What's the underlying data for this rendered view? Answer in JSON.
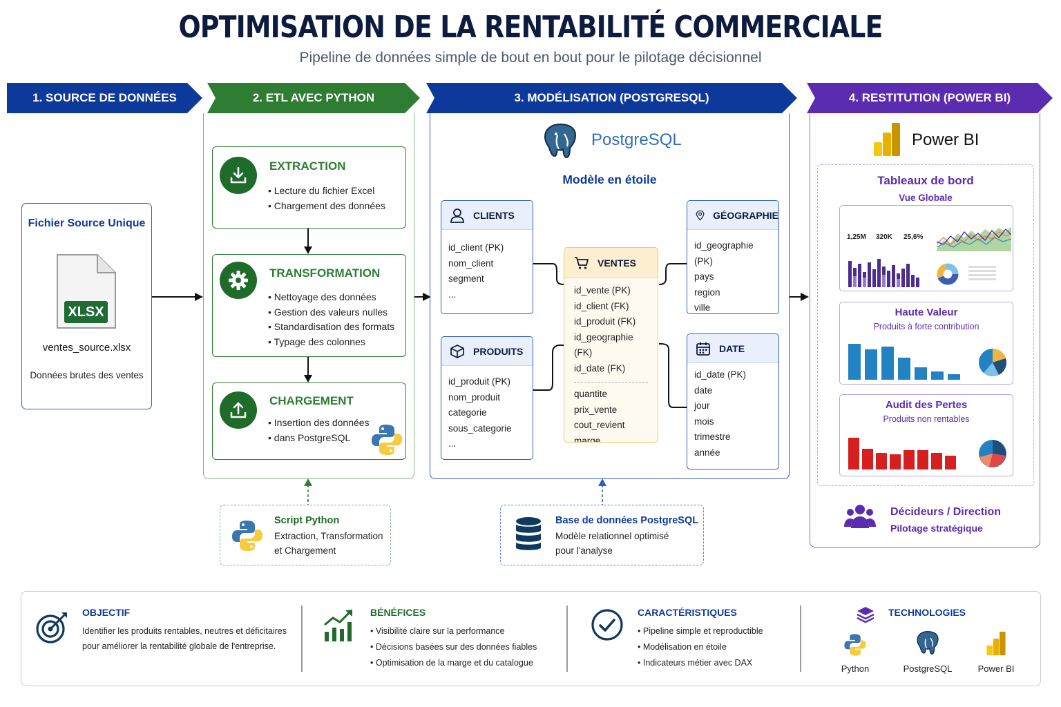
{
  "header": {
    "title": "OPTIMISATION DE LA RENTABILITÉ COMMERCIALE",
    "subtitle": "Pipeline de données simple de bout en bout pour le pilotage décisionnel"
  },
  "stages": [
    {
      "label": "1. SOURCE DE DONNÉES"
    },
    {
      "label": "2. ETL AVEC PYTHON"
    },
    {
      "label": "3. MODÉLISATION (POSTGRESQL)"
    },
    {
      "label": "4. RESTITUTION (POWER BI)"
    }
  ],
  "source": {
    "title": "Fichier Source Unique",
    "badge": "XLSX",
    "filename": "ventes_source.xlsx",
    "description": "Données brutes des ventes"
  },
  "etl": {
    "steps": [
      {
        "title": "EXTRACTION",
        "bullets": [
          "Lecture du fichier Excel",
          "Chargement des données"
        ]
      },
      {
        "title": "TRANSFORMATION",
        "bullets": [
          "Nettoyage des données",
          "Gestion des valeurs nulles",
          "Standardisation des formats",
          "Typage des colonnes"
        ]
      },
      {
        "title": "CHARGEMENT",
        "bullets": [
          "Insertion des données",
          "dans PostgreSQL"
        ]
      }
    ],
    "script": {
      "title": "Script Python",
      "line1": "Extraction, Transformation",
      "line2": "et Chargement"
    }
  },
  "model": {
    "brand": "PostgreSQL",
    "schema": "Modèle en étoile",
    "tables": {
      "clients": {
        "name": "CLIENTS",
        "fields": [
          "id_client (PK)",
          "nom_client",
          "segment",
          "..."
        ]
      },
      "produits": {
        "name": "PRODUITS",
        "fields": [
          "id_produit (PK)",
          "nom_produit",
          "categorie",
          "sous_categorie",
          "..."
        ]
      },
      "ventes": {
        "name": "VENTES",
        "keys": [
          "id_vente (PK)",
          "id_client (FK)",
          "id_produit (FK)",
          "id_geographie (FK)",
          "id_date (FK)"
        ],
        "measures": [
          "quantite",
          "prix_vente",
          "cout_revient",
          "marge"
        ]
      },
      "geographie": {
        "name": "GÉOGRAPHIE",
        "fields": [
          "id_geographie (PK)",
          "pays",
          "region",
          "ville",
          "..."
        ]
      },
      "date": {
        "name": "DATE",
        "fields": [
          "id_date (PK)",
          "date",
          "jour",
          "mois",
          "trimestre",
          "année"
        ]
      }
    },
    "db": {
      "title": "Base de données PostgreSQL",
      "line1": "Modèle relationnel optimisé",
      "line2": "pour l'analyse"
    }
  },
  "restitution": {
    "brand": "Power BI",
    "dashboards_title": "Tableaux de bord",
    "overview": {
      "subtitle": "Vue Globale",
      "kpis": [
        "1,25M",
        "320K",
        "25,6%"
      ]
    },
    "high_value": {
      "title": "Haute Valeur",
      "subtitle": "Produits à forte contribution"
    },
    "loss_audit": {
      "title": "Audit des Pertes",
      "subtitle": "Produits non rentables"
    },
    "audience": {
      "title": "Décideurs / Direction",
      "subtitle": "Pilotage stratégique"
    }
  },
  "footer": {
    "objective": {
      "title": "OBJECTIF",
      "line1": "Identifier les produits rentables, neutres et déficitaires",
      "line2": "pour améliorer la rentabilité globale de l'entreprise."
    },
    "benefits": {
      "title": "BÉNÉFICES",
      "items": [
        "Visibilité claire sur la performance",
        "Décisions basées sur des données fiables",
        "Optimisation de la marge et du catalogue"
      ]
    },
    "features": {
      "title": "CARACTÉRISTIQUES",
      "items": [
        "Pipeline simple et reproductible",
        "Modélisation en étoile",
        "Indicateurs métier avec DAX"
      ]
    },
    "technologies": {
      "title": "TECHNOLOGIES",
      "items": [
        "Python",
        "PostgreSQL",
        "Power BI"
      ]
    }
  },
  "colors": {
    "navy": "#0d3a9a",
    "green": "#2e7d32",
    "purple": "#5b2bb0",
    "amber": "#f3c66a"
  }
}
